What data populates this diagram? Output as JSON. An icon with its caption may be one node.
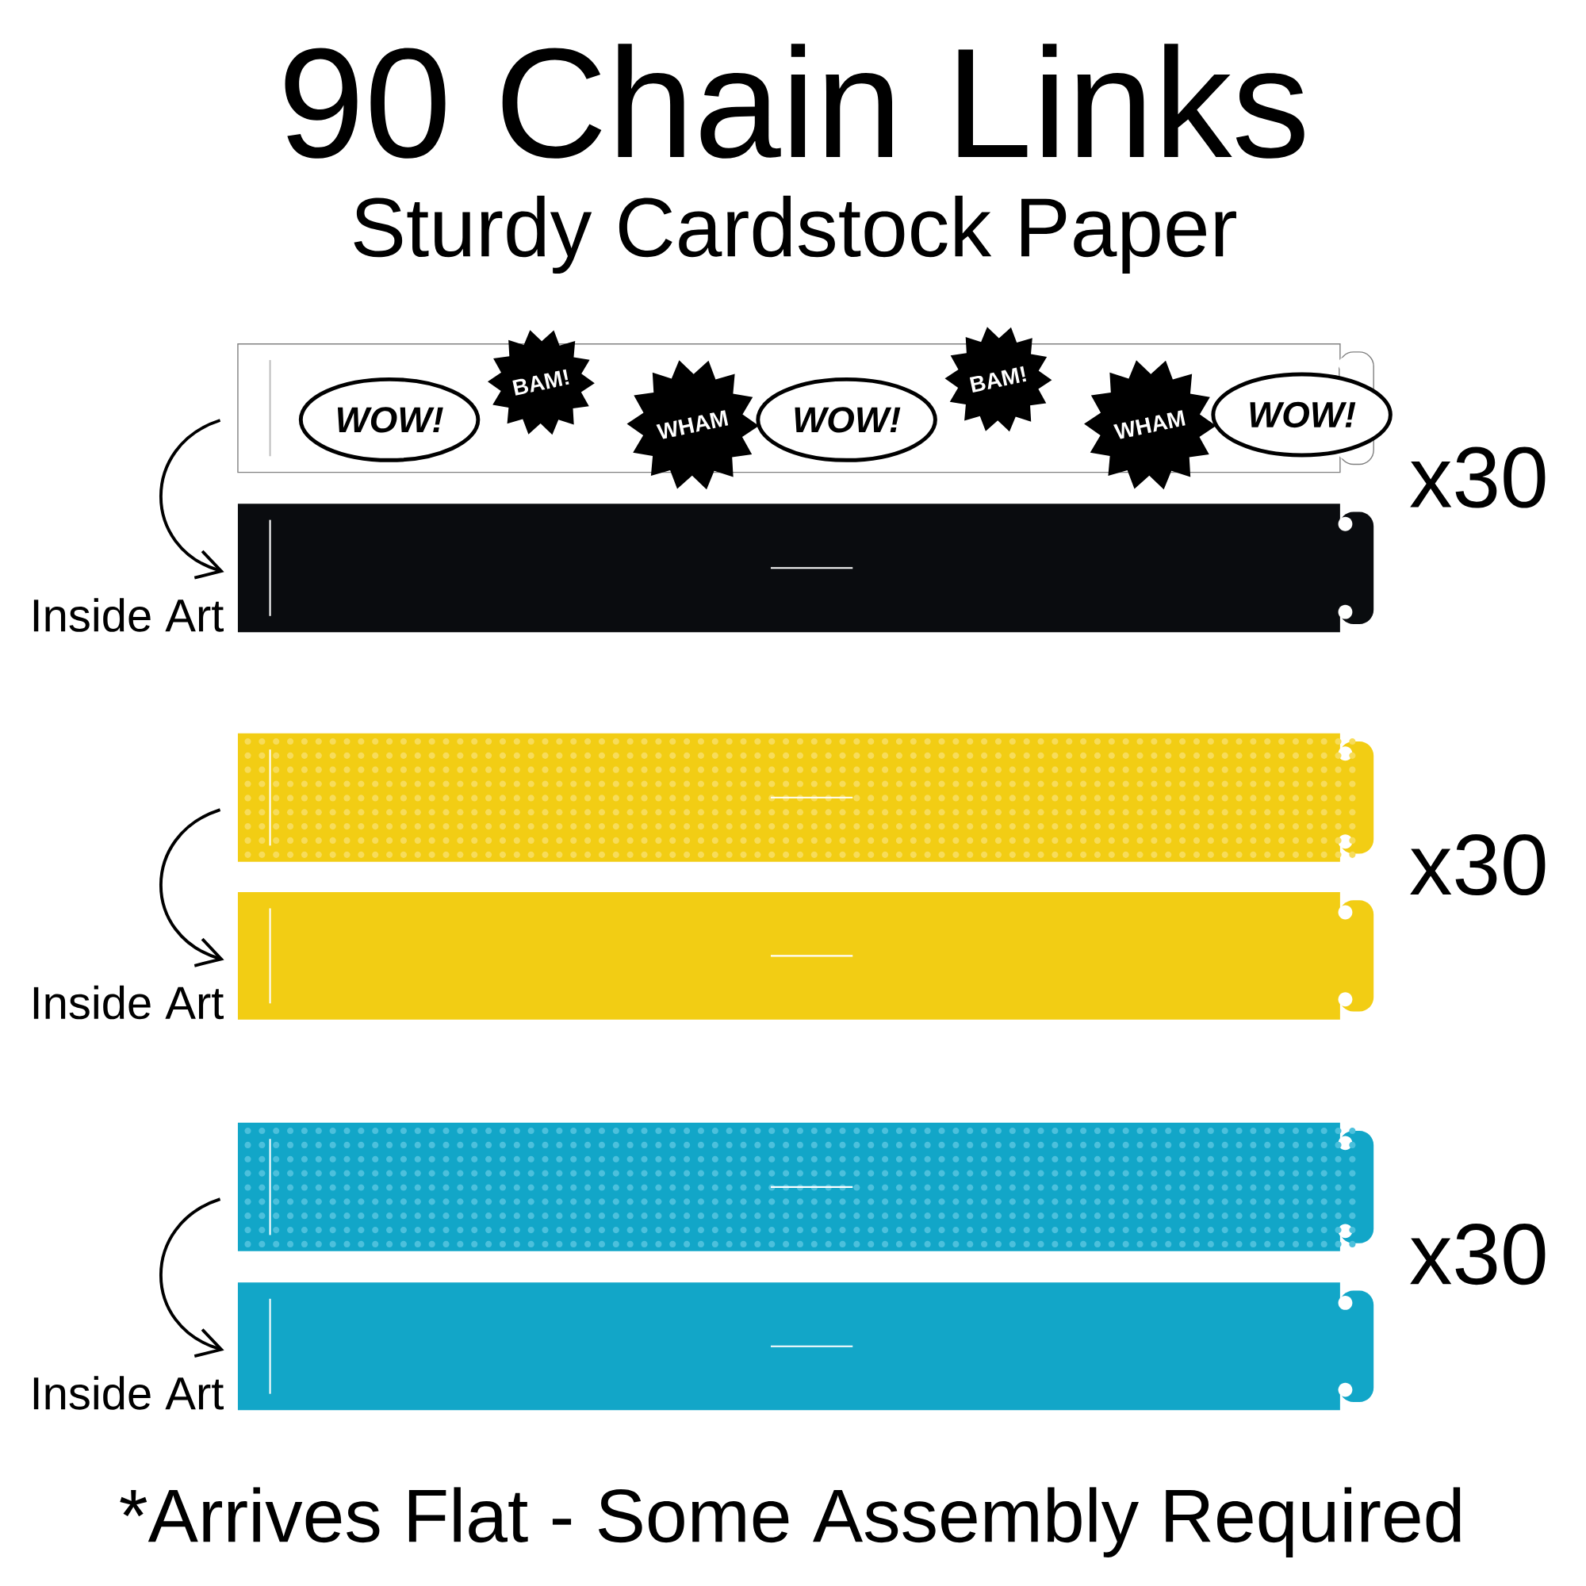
{
  "diagram": {
    "title": "90 Chain Links",
    "caption": "*Arrives Flat - Some Assembly Required",
    "nodes": [
      {
        "text": [],
        "shape": "bar"
      },
      {
        "text": [],
        "shape": "bar",
        "beside": [
          "Inside Art"
        ]
      },
      {
        "text": [],
        "shape": "bar"
      },
      {
        "text": [],
        "shape": "bar",
        "beside": [
          "Inside Art"
        ]
      },
      {
        "text": [],
        "shape": "bar"
      },
      {
        "text": [],
        "shape": "bar",
        "beside": [
          "Inside Art"
        ]
      }
    ],
    "edges": [
      {
        "from": 0,
        "to": 1,
        "arrow": "to"
      },
      {
        "from": 2,
        "to": 3,
        "arrow": "to"
      },
      {
        "from": 4,
        "to": 5,
        "arrow": "to"
      }
    ],
    "labels": [
      "Sturdy Cardstock Paper",
      "WOW!",
      "BAM!",
      "WHAM",
      "WOW!",
      "BAM!",
      "WHAM",
      "WOW!",
      "x30",
      "x30",
      "x30"
    ]
  }
}
